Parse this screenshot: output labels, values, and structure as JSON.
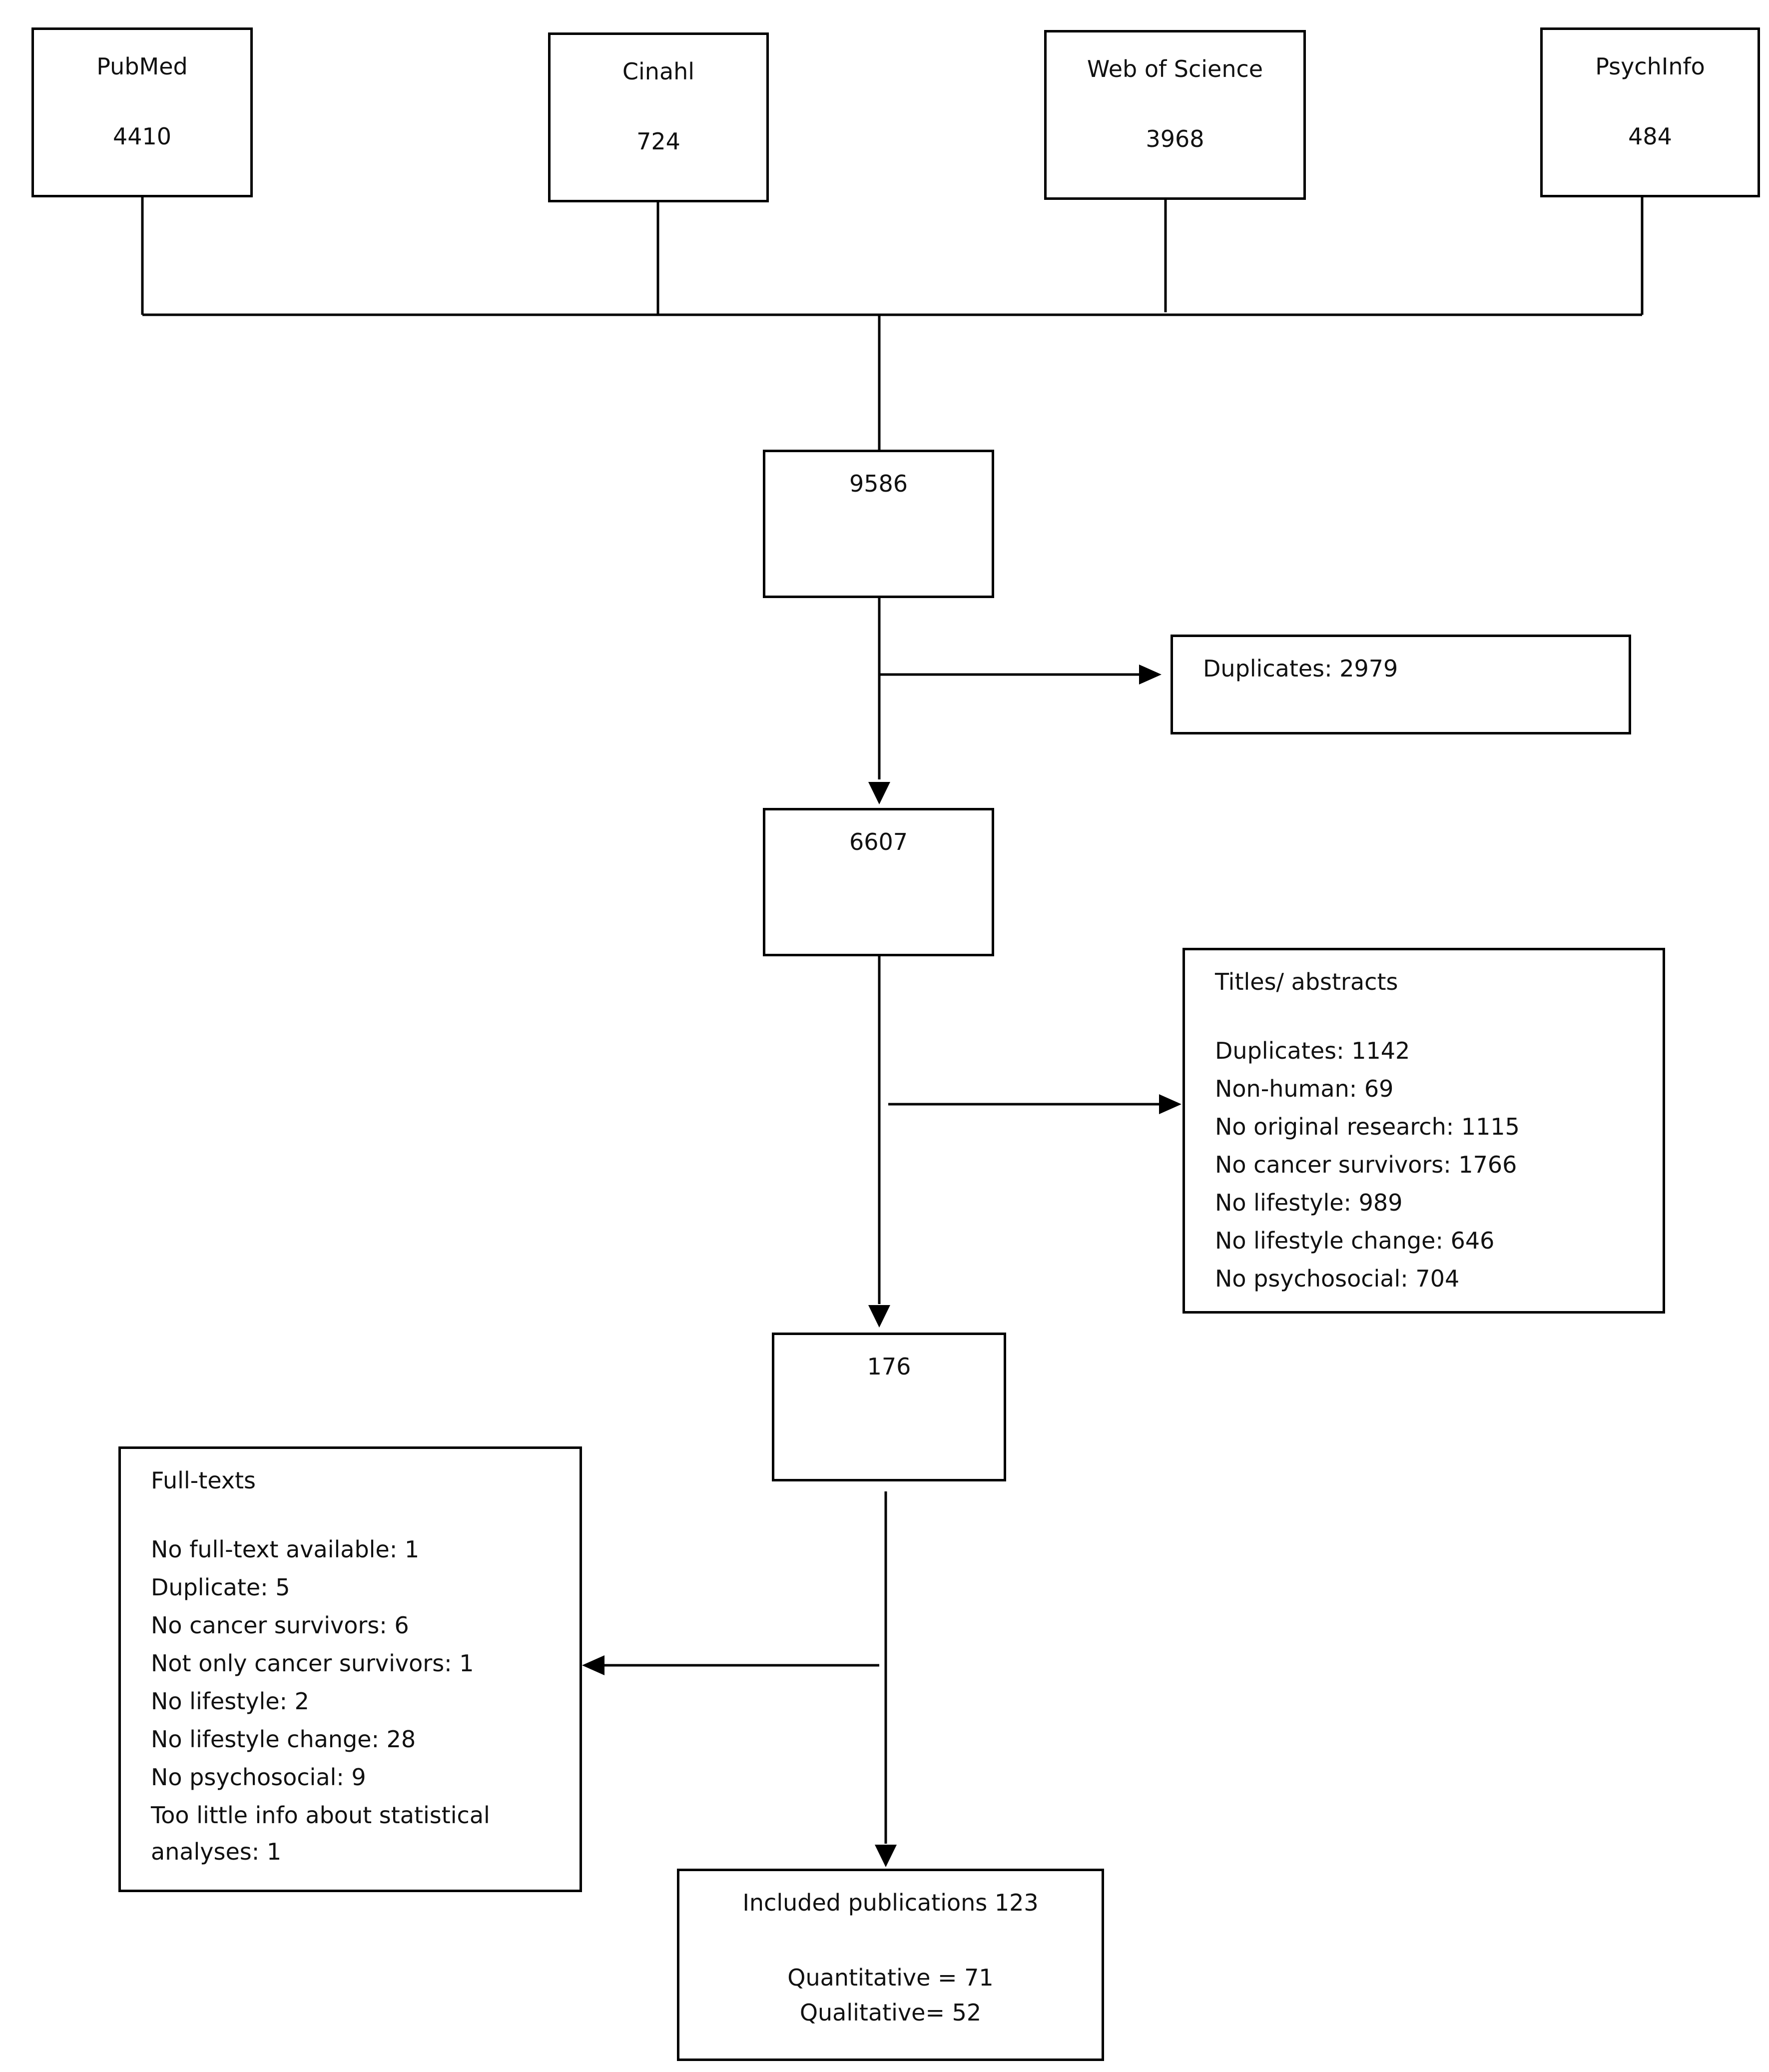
{
  "sources": [
    {
      "name": "PubMed",
      "count": "4410"
    },
    {
      "name": "Cinahl",
      "count": "724"
    },
    {
      "name": "Web of Science",
      "count": "3968"
    },
    {
      "name": "PsychInfo",
      "count": "484"
    }
  ],
  "stage1": {
    "count": "9586"
  },
  "duplicates_removed": {
    "label": "Duplicates: 2979"
  },
  "stage2": {
    "count": "6607"
  },
  "title_abstract_exclusions": {
    "heading": "Titles/ abstracts",
    "items": [
      "Duplicates: 1142",
      "Non-human: 69",
      "No original research: 1115",
      "No cancer survivors: 1766",
      "No lifestyle: 989",
      "No lifestyle change: 646",
      "No psychosocial: 704"
    ]
  },
  "stage3": {
    "count": "176"
  },
  "fulltext_exclusions": {
    "heading": "Full-texts",
    "items": [
      "No full-text available: 1",
      "Duplicate: 5",
      "No cancer survivors: 6",
      "Not only cancer survivors: 1",
      "No lifestyle: 2",
      "No lifestyle change: 28",
      "No psychosocial: 9",
      "Too little info about statistical",
      "analyses: 1"
    ]
  },
  "included": {
    "title": "Included publications 123",
    "quantitative": "Quantitative = 71",
    "qualitative": "Qualitative= 52"
  }
}
